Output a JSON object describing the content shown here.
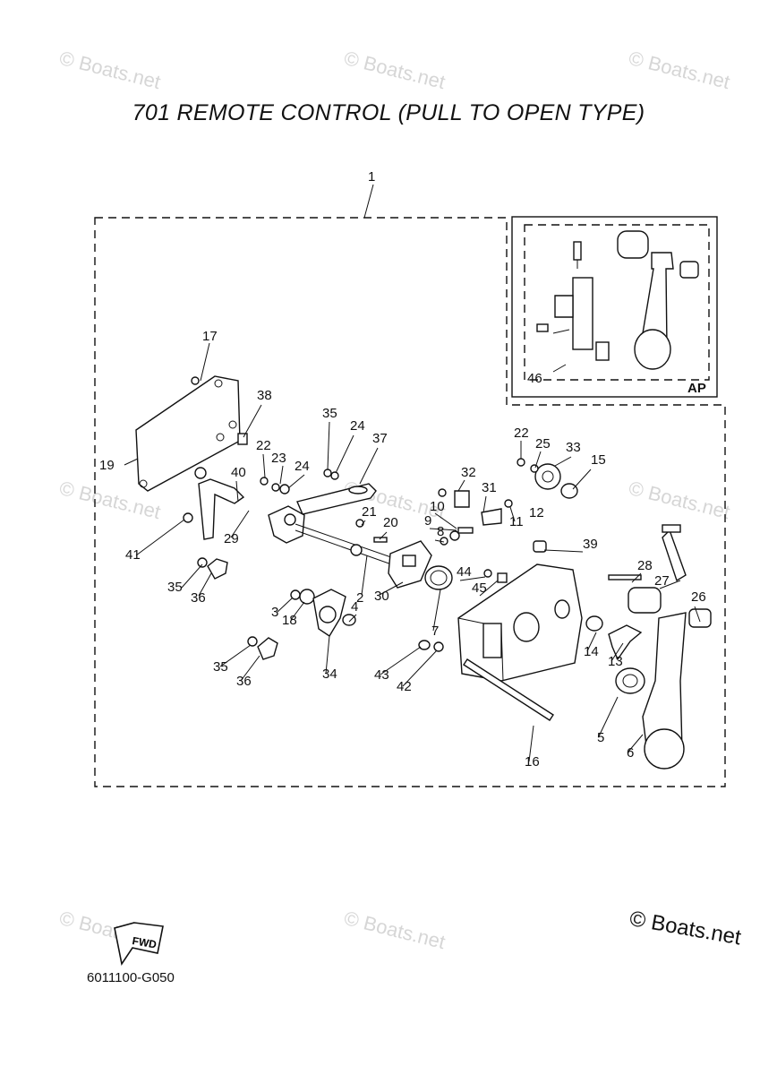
{
  "title": "701 REMOTE CONTROL (PULL TO OPEN TYPE)",
  "drawing_code": "6011100-G050",
  "copyright": "© Boats.net",
  "watermark": "© Boats.net",
  "inset_label": "AP",
  "fwd_label": "FWD",
  "callouts": [
    "1",
    "17",
    "38",
    "19",
    "22",
    "23",
    "24",
    "35",
    "24",
    "37",
    "40",
    "41",
    "29",
    "21",
    "20",
    "8",
    "9",
    "10",
    "32",
    "31",
    "11",
    "12",
    "22",
    "25",
    "33",
    "15",
    "39",
    "35",
    "36",
    "3",
    "18",
    "4",
    "2",
    "30",
    "7",
    "44",
    "45",
    "28",
    "27",
    "26",
    "35",
    "36",
    "34",
    "43",
    "42",
    "14",
    "13",
    "5",
    "6",
    "16",
    "46"
  ]
}
